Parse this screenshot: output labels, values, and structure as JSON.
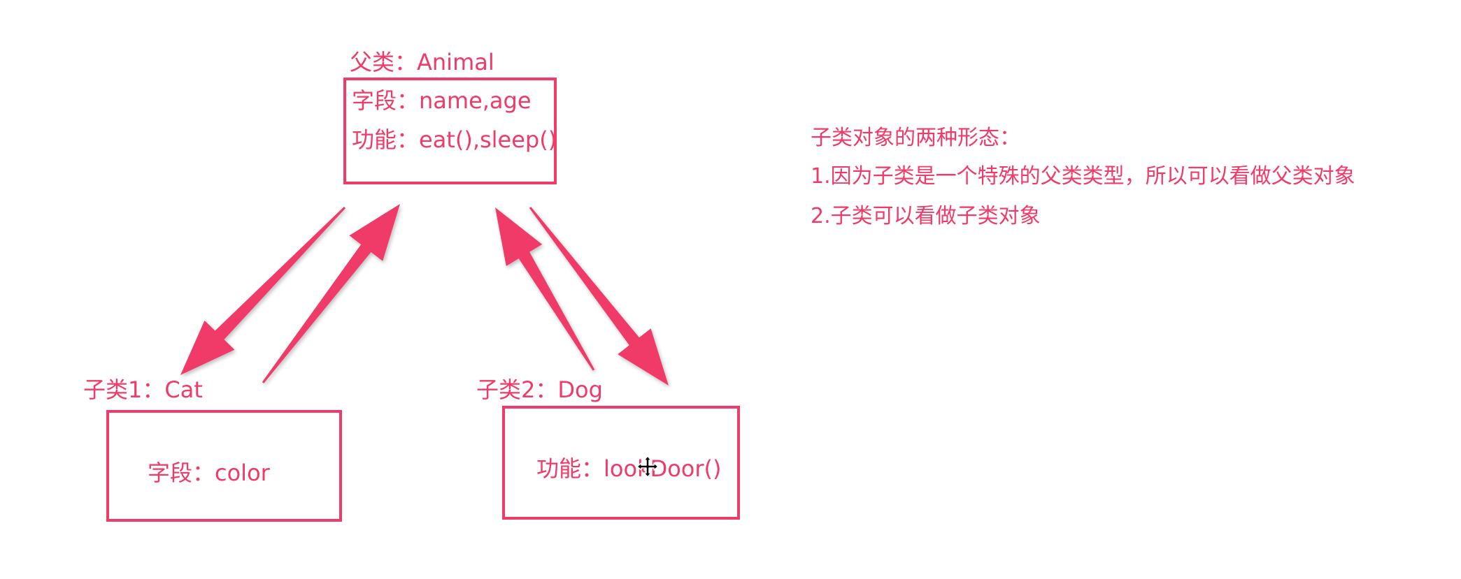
{
  "diagram": {
    "parent": {
      "title": "父类：Animal",
      "fields": "字段：name,age",
      "methods": "功能：eat(),sleep()"
    },
    "child1": {
      "title": "子类1：Cat",
      "fields": "字段：color"
    },
    "child2": {
      "title": "子类2：Dog",
      "methods": "功能：lookDoor()"
    },
    "notes": {
      "heading": "子类对象的两种形态：",
      "item1": "1.因为子类是一个特殊的父类类型，所以可以看做父类对象",
      "item2": "2.子类可以看做子类对象"
    },
    "colors": {
      "accent": "#f03a68",
      "background": "#ffffff"
    },
    "icons": {
      "cursor": "move-cursor-icon"
    }
  }
}
